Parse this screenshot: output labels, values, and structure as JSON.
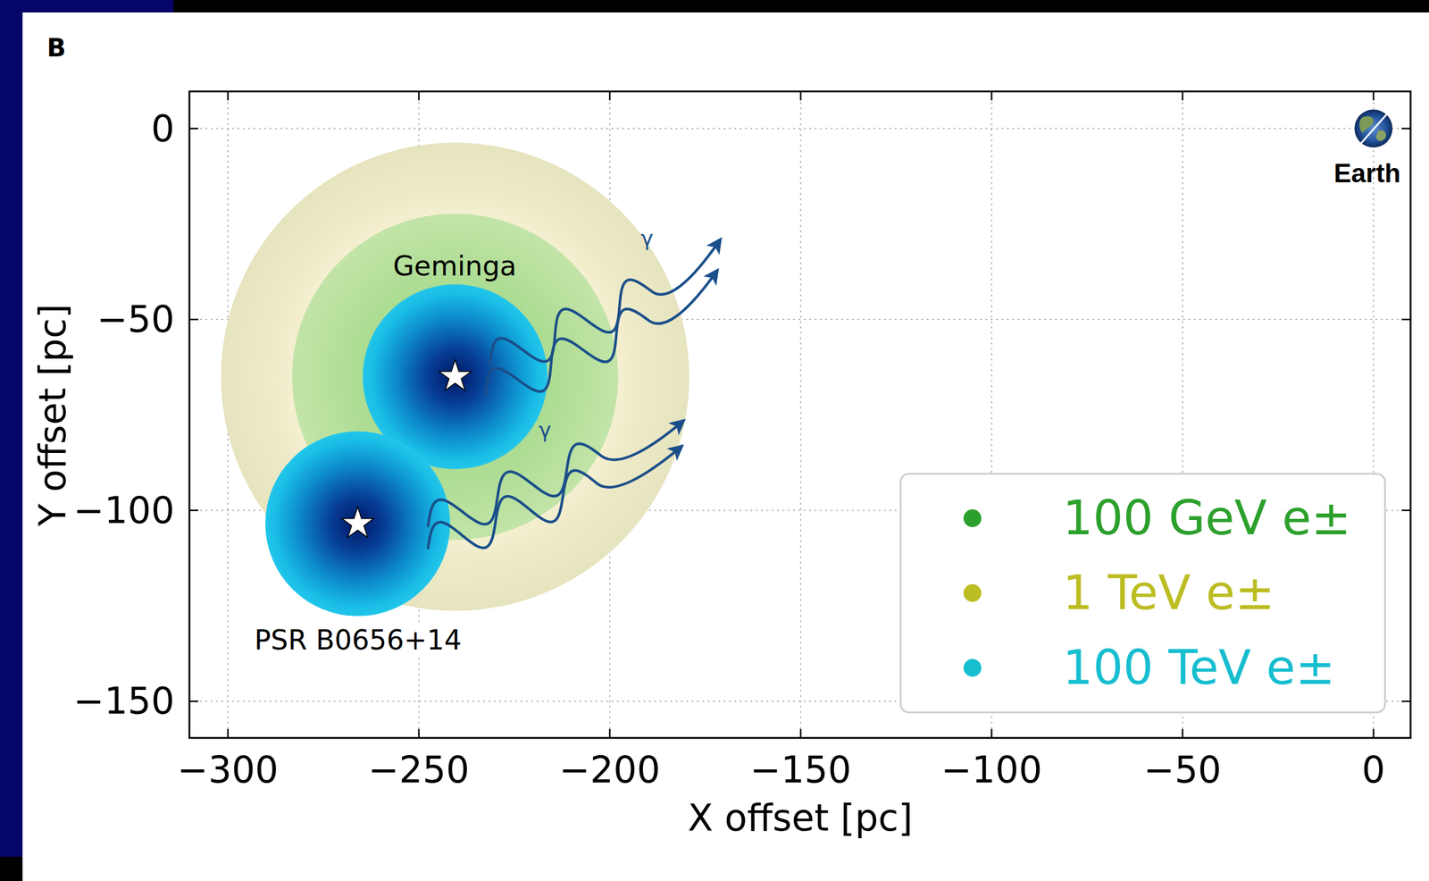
{
  "diagram": {
    "labels": [
      "B",
      "0",
      "−50",
      "−100",
      "−150",
      "−300",
      "−250",
      "−200",
      "−150",
      "−100",
      "−50",
      "0",
      "Y offset [pc]",
      "X offset [pc]",
      "Geminga",
      "PSR B0656+14",
      "γ",
      "γ",
      "Earth"
    ],
    "legend": [
      {
        "text": "100 GeV e±",
        "color": "#2ca02c"
      },
      {
        "text": "1 TeV e±",
        "color": "#bcbd22"
      },
      {
        "text": "100 TeV e±",
        "color": "#17becf"
      }
    ]
  }
}
